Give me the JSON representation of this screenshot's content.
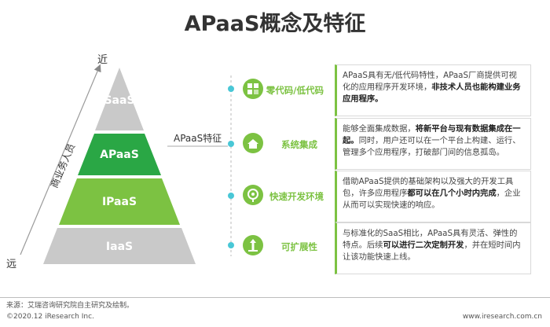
{
  "title": "APaaS概念及特征",
  "axis": {
    "near": "近",
    "far": "远",
    "label": "商业务人员"
  },
  "layers": [
    {
      "name": "SaaS",
      "color": "#c9c9c9"
    },
    {
      "name": "APaaS",
      "color": "#2aa745"
    },
    {
      "name": "IPaaS",
      "color": "#7cc242"
    },
    {
      "name": "IaaS",
      "color": "#c9c9c9"
    }
  ],
  "attribute_label": "APaaS特征",
  "colors": {
    "accent_green": "#7cc242",
    "dot_teal": "#49c7d6",
    "dark_green": "#2aa745",
    "gray": "#c9c9c9"
  },
  "features": [
    {
      "label": "零代码/低代码",
      "icon": "code-icon",
      "desc": [
        {
          "t": "APaaS具有无/低代码特性，APaaS厂商提供可视化的应用程序开发环境，",
          "b": false
        },
        {
          "t": "非技术人员也能构建业务应用程序。",
          "b": true
        }
      ]
    },
    {
      "label": "系统集成",
      "icon": "integration-icon",
      "desc": [
        {
          "t": "能够全面集成数据，",
          "b": false
        },
        {
          "t": "将新平台与现有数据集成在一起。",
          "b": true
        },
        {
          "t": "同时，用户还可以在一个平台上构建、运行、管理多个应用程序，打破部门间的信息孤岛。",
          "b": false
        }
      ]
    },
    {
      "label": "快速开发环境",
      "icon": "speed-icon",
      "desc": [
        {
          "t": "借助APaaS提供的基础架构以及强大的开发工具包，许多应用程序",
          "b": false
        },
        {
          "t": "都可以在几个小时内完成",
          "b": true
        },
        {
          "t": "，企业从而可以实现快速的响应。",
          "b": false
        }
      ]
    },
    {
      "label": "可扩展性",
      "icon": "extend-icon",
      "desc": [
        {
          "t": "与标准化的SaaS相比，APaaS具有灵活、弹性的特点。后续",
          "b": false
        },
        {
          "t": "可以进行二次定制开发",
          "b": true
        },
        {
          "t": "，并在短时间内让该功能快速上线。",
          "b": false
        }
      ]
    }
  ],
  "footer": {
    "source": "来源：艾瑞咨询研究院自主研究及绘制。",
    "copyright": "©2020.12 iResearch Inc.",
    "site": "www.iresearch.com.cn"
  }
}
